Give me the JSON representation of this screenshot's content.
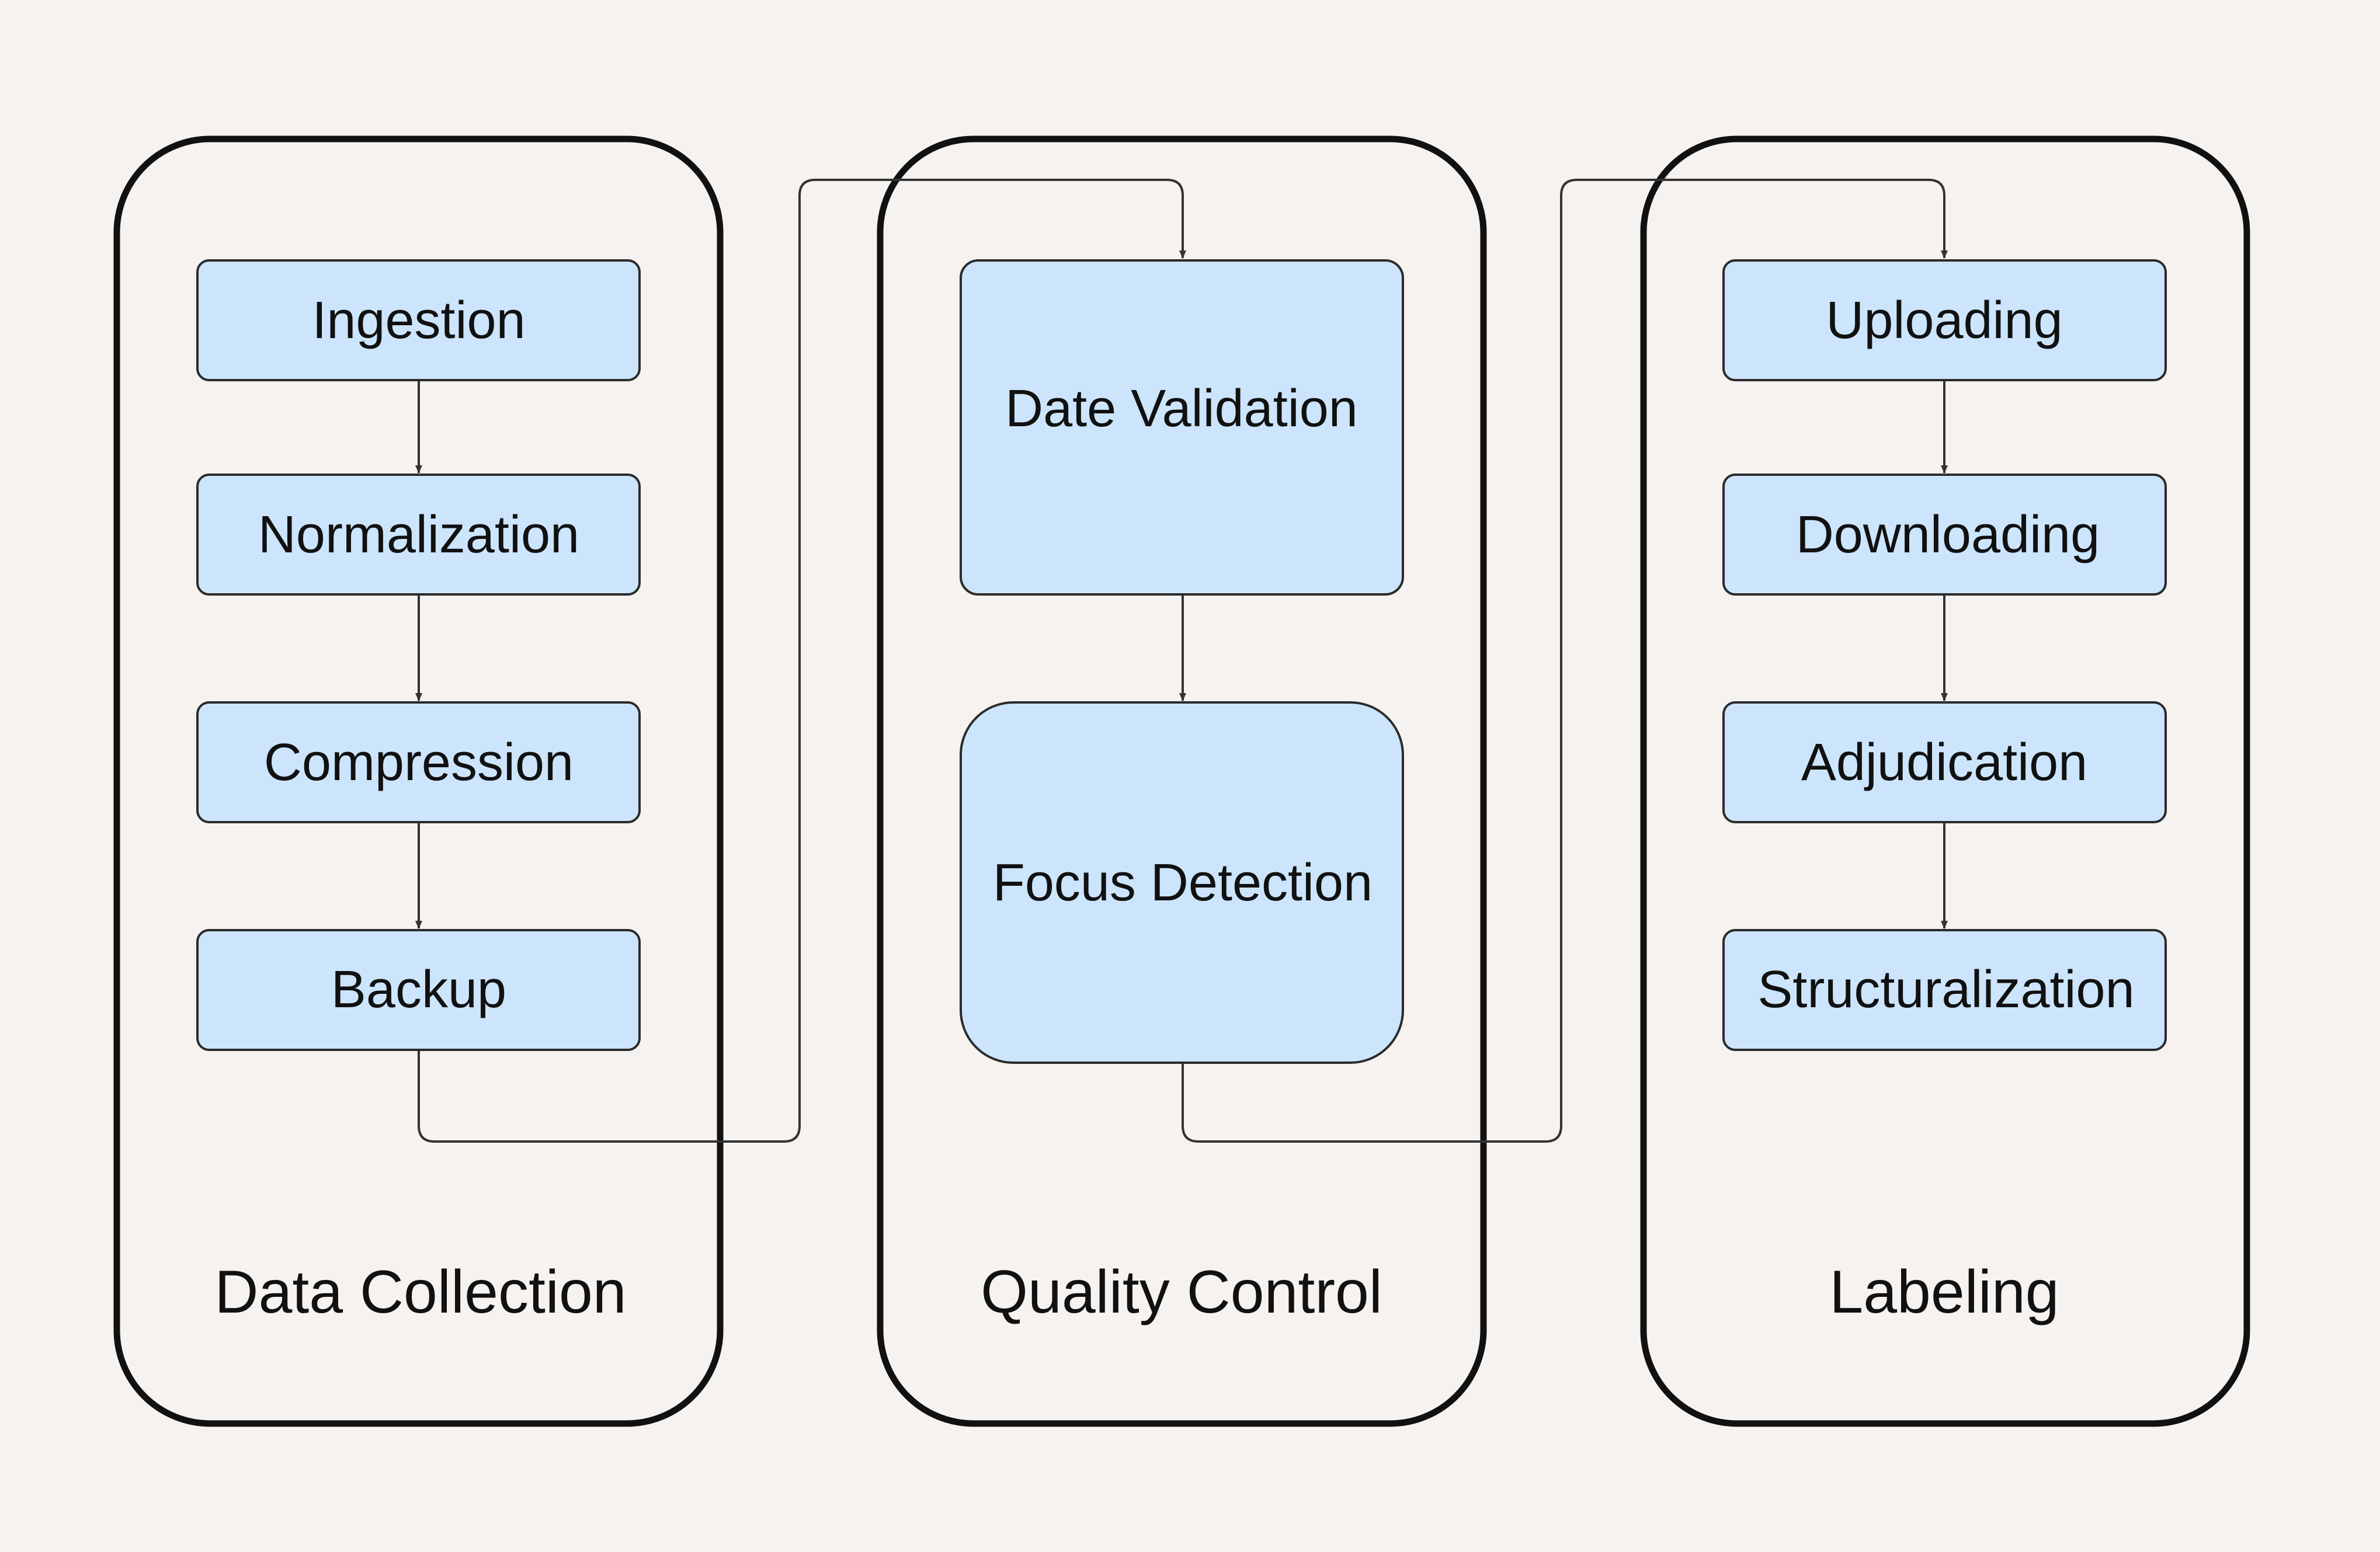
{
  "groups": [
    {
      "id": "g1",
      "label": "Data Collection"
    },
    {
      "id": "g2",
      "label": "Quality Control"
    },
    {
      "id": "g3",
      "label": "Labeling"
    }
  ],
  "nodes": {
    "ingestion": "Ingestion",
    "normalization": "Normalization",
    "compression": "Compression",
    "backup": "Backup",
    "date_validation": "Date Validation",
    "focus_detection": "Focus Detection",
    "uploading": "Uploading",
    "downloading": "Downloading",
    "adjudication": "Adjudication",
    "structuralization": "Structuralization"
  },
  "edges": [
    {
      "from": "Ingestion",
      "to": "Normalization"
    },
    {
      "from": "Normalization",
      "to": "Compression"
    },
    {
      "from": "Compression",
      "to": "Backup"
    },
    {
      "from": "Backup",
      "to": "Date Validation"
    },
    {
      "from": "Date Validation",
      "to": "Focus Detection"
    },
    {
      "from": "Focus Detection",
      "to": "Uploading"
    },
    {
      "from": "Uploading",
      "to": "Downloading"
    },
    {
      "from": "Downloading",
      "to": "Adjudication"
    },
    {
      "from": "Adjudication",
      "to": "Structuralization"
    }
  ],
  "colors": {
    "background": "#f5f2ef",
    "node_fill": "#cce5fd",
    "node_stroke": "#2b2b2b",
    "group_stroke": "#111111",
    "edge": "#333333"
  }
}
